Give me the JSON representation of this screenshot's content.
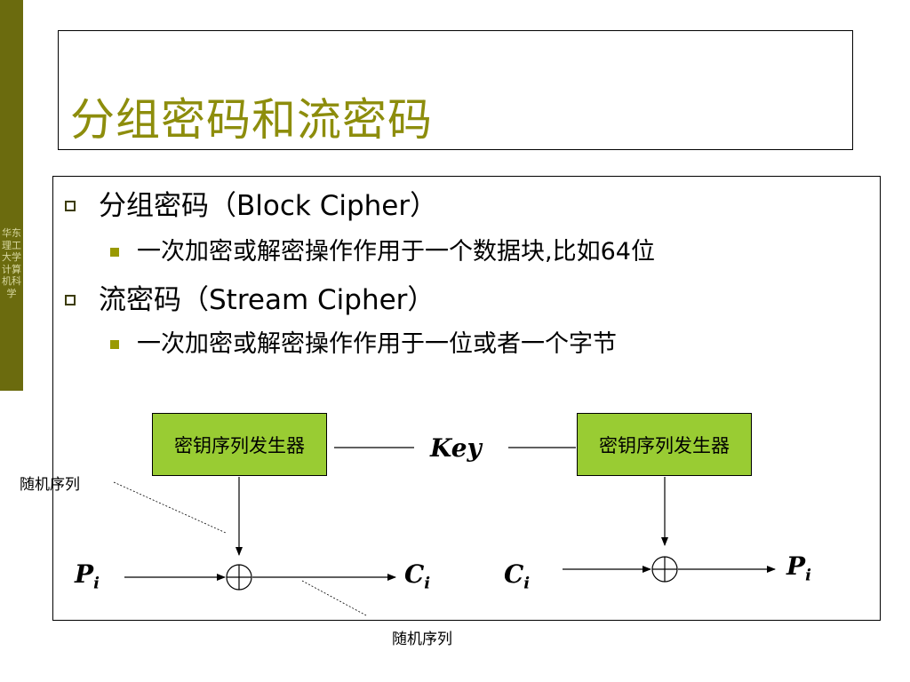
{
  "sidebar": {
    "text": "华东理工大学计算机科学"
  },
  "slide": {
    "title": "分组密码和流密码"
  },
  "bullets": [
    {
      "label": "分组密码（Block Cipher）",
      "sub": "一次加密或解密操作作用于一个数据块,比如64位"
    },
    {
      "label": "流密码（Stream Cipher）",
      "sub": "一次加密或解密操作作用于一位或者一个字节"
    }
  ],
  "diagram": {
    "generator_left": "密钥序列发生器",
    "generator_right": "密钥序列发生器",
    "key": "Key",
    "random_seq_left": "随机序列",
    "random_seq_bottom": "随机序列",
    "enc_in": {
      "base": "P",
      "sub": "i"
    },
    "enc_out": {
      "base": "C",
      "sub": "i"
    },
    "dec_in": {
      "base": "C",
      "sub": "i"
    },
    "dec_out": {
      "base": "P",
      "sub": "i"
    }
  }
}
